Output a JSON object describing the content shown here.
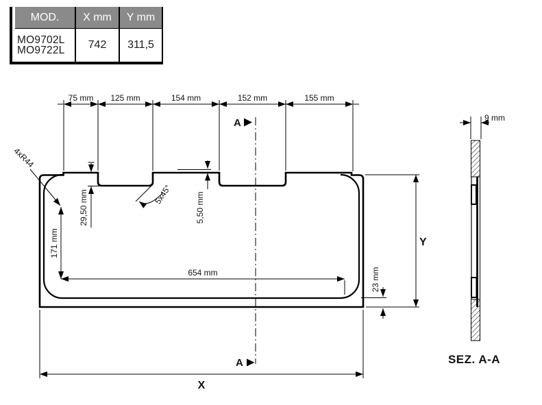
{
  "spec_table": {
    "columns": [
      "MOD.",
      "X mm",
      "Y mm"
    ],
    "row": {
      "models": [
        "MO9702L",
        "MO9722L"
      ],
      "x_mm": "742",
      "y_mm": "311,5"
    },
    "header_bg": "#8a8a8a",
    "header_text_color": "#ffffff"
  },
  "drawing": {
    "top_dims": [
      "75 mm",
      "125 mm",
      "154 mm",
      "152 mm",
      "155 mm"
    ],
    "corner_radius": "4xR44",
    "notch_depth": "29,50 mm",
    "chamfer": "5x45°",
    "edge_step": "5,50 mm",
    "side_height": "171 mm",
    "inner_width": "654 mm",
    "bottom_inset": "23 mm",
    "width_label": "X",
    "height_label": "Y",
    "section_letter": "A"
  },
  "section_view": {
    "thickness": "9 mm",
    "title": "SEZ. A-A"
  },
  "colors": {
    "line": "#000000",
    "background": "#ffffff",
    "header_gray": "#8a8a8a"
  }
}
